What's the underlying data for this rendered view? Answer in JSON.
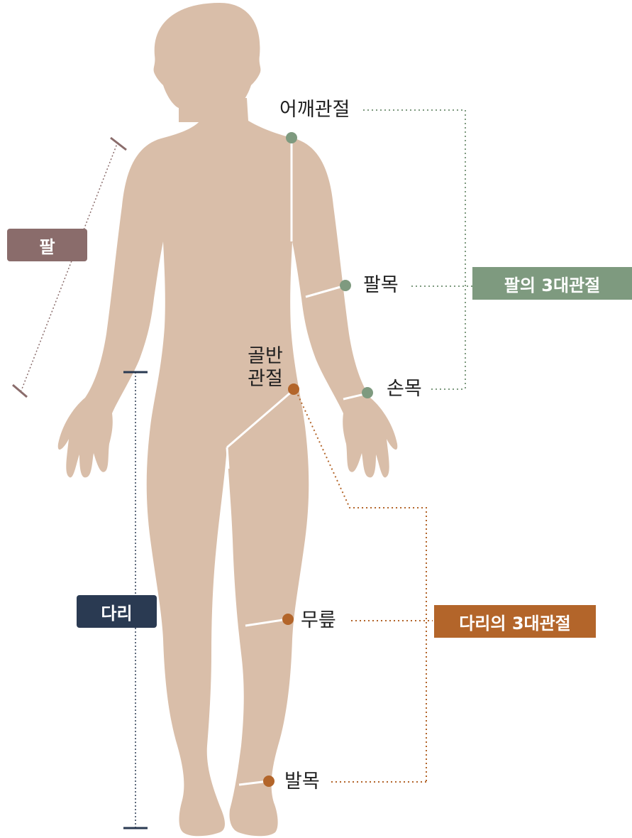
{
  "colors": {
    "skin": "#d9bea9",
    "arm_accent": "#7e9a7f",
    "leg_accent": "#b3652a",
    "arm_badge": "#8a6c6b",
    "leg_badge": "#2a3a52",
    "guide": "#8a8a8a"
  },
  "joints": {
    "shoulder": "어깨관절",
    "elbow": "팔목",
    "wrist": "손목",
    "hip_line1": "골반",
    "hip_line2": "관절",
    "knee": "무릎",
    "ankle": "발목"
  },
  "badges": {
    "arm": "팔",
    "leg": "다리",
    "arm_joints": "팔의 3대관절",
    "leg_joints": "다리의 3대관절"
  },
  "icons": {
    "figure": "human-body-figure"
  }
}
